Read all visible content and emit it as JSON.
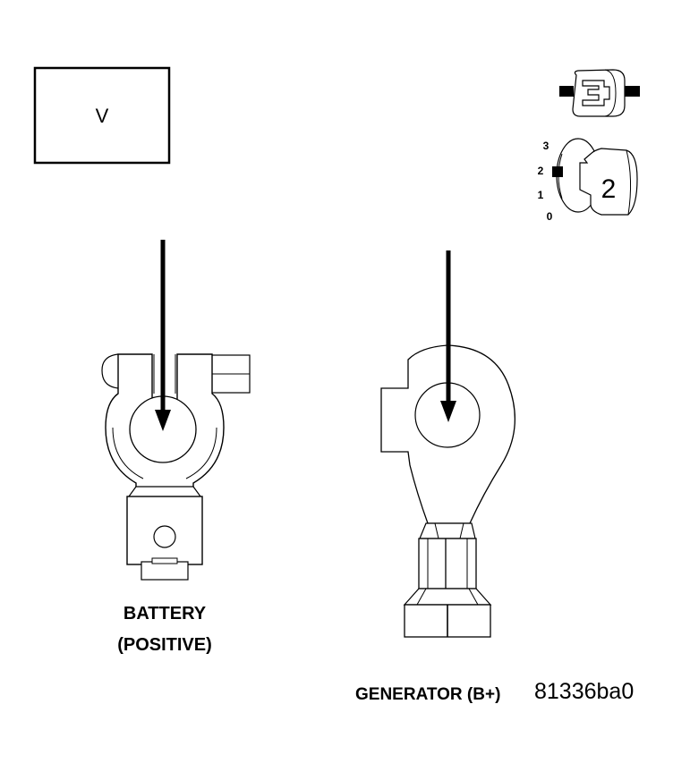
{
  "meter": {
    "symbol": "V"
  },
  "ignition": {
    "positions": [
      "3",
      "2",
      "1",
      "0"
    ],
    "key_position": "2"
  },
  "labels": {
    "battery_line1": "BATTERY",
    "battery_line2": "(POSITIVE)",
    "generator": "GENERATOR (B+)",
    "figure_id": "81336ba0"
  }
}
